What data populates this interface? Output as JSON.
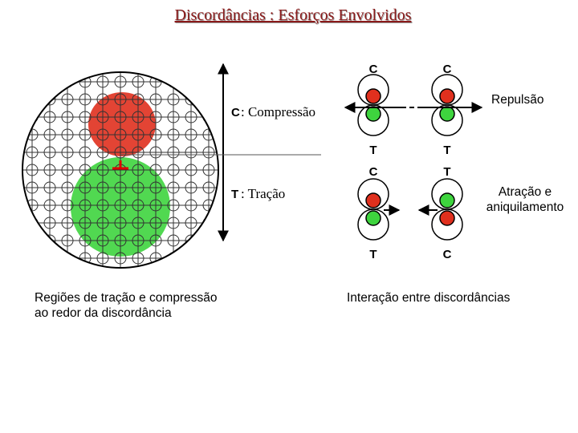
{
  "title": "Discordâncias : Esforços Envolvidos",
  "left_panel": {
    "compression_letter": "C",
    "compression_label": ": Compressão",
    "tension_letter": "T",
    "tension_label": ": Tração",
    "caption_line1": "Regiões de tração e compressão",
    "caption_line2": "ao redor da discordância"
  },
  "right_panel": {
    "repulsion_label": "Repulsão",
    "attraction_line1": "Atração e",
    "attraction_line2": "aniquilamento",
    "caption": "Interação entre discordâncias",
    "top_pair": {
      "left_top": "C",
      "left_bottom": "T",
      "right_top": "C",
      "right_bottom": "T"
    },
    "bottom_pair": {
      "left_top": "C",
      "left_bottom": "T",
      "right_top": "T",
      "right_bottom": "C"
    }
  },
  "colors": {
    "compression": "#e0301e",
    "tension": "#3ed43e",
    "title": "#8b1a1a"
  }
}
